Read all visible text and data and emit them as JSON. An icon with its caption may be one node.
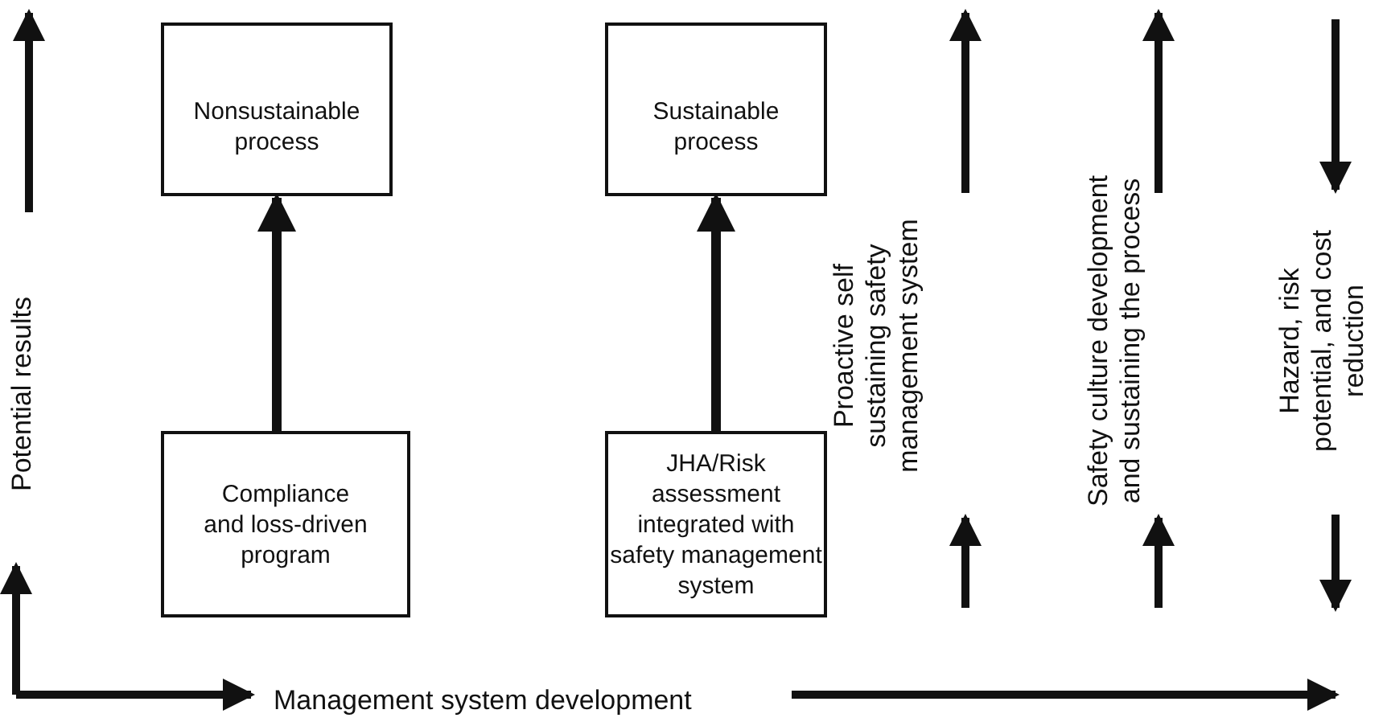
{
  "diagram": {
    "nodes": [
      {
        "text": [
          "Nonsustainable process"
        ]
      },
      {
        "text": [
          "Sustainable process"
        ]
      },
      {
        "text": [
          "Compliance and loss-driven program"
        ]
      },
      {
        "text": [
          "JHA/Risk assessment integrated with safety management system"
        ]
      }
    ],
    "edges": [
      {
        "from": 2,
        "to": 0,
        "arrow": "to"
      },
      {
        "from": 3,
        "to": 1,
        "arrow": "to"
      }
    ],
    "labels": [
      "Potential results",
      "Management system development",
      "Proactive self sustaining safety management system",
      "Safety culture development and sustaining the process",
      "Hazard, risk potential, and cost reduction"
    ]
  }
}
